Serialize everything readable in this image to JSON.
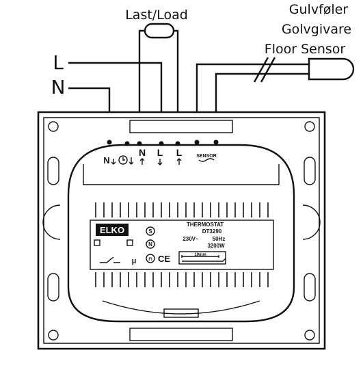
{
  "labels": {
    "load": "Last/Load",
    "sensor_no": "Gulvføler",
    "sensor_se": "Golvgivare",
    "sensor_en": "Floor Sensor",
    "line": "L",
    "neutral": "N"
  },
  "terminals": {
    "n": "N",
    "l1": "L",
    "l2": "L",
    "n_timer": "N",
    "sensor": "SENSOR"
  },
  "device": {
    "brand": "ELKO",
    "title": "THERMOSTAT",
    "model": "DT3290",
    "voltage": "230V~",
    "frequency": "50Hz",
    "power": "3200W",
    "strip": "10mm",
    "cert_s": "S",
    "cert_n": "N",
    "cert_fi": "FI",
    "ce": "CE",
    "micro": "μ"
  }
}
